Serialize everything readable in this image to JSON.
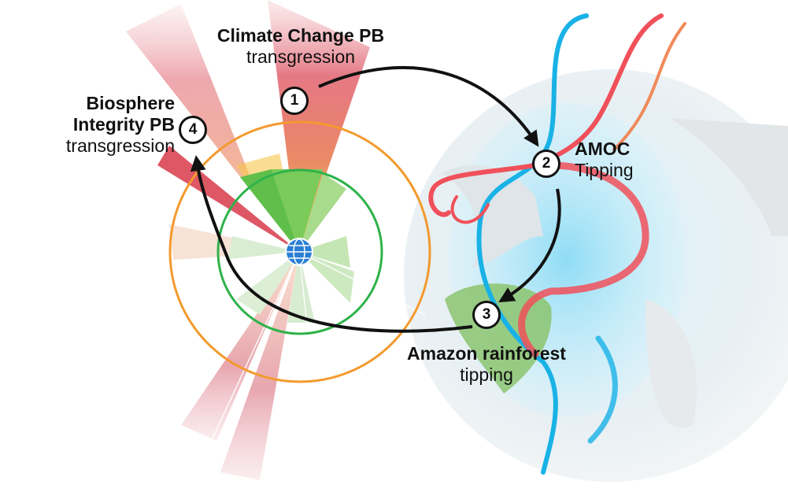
{
  "labels": {
    "climate": {
      "title": "Climate Change PB",
      "sub": "transgression",
      "step": "1"
    },
    "amoc": {
      "title": "AMOC",
      "sub": "Tipping",
      "step": "2"
    },
    "amazon": {
      "title": "Amazon rainforest",
      "sub": "tipping",
      "step": "3"
    },
    "biosphere": {
      "title_line1": "Biosphere",
      "title_line2": "Integrity PB",
      "sub": "transgression",
      "step": "4"
    }
  },
  "colors": {
    "safe": "#2fb24a",
    "boundary": "#f39a2e",
    "transgression": "#d83a4a",
    "warm_current": "#f0505a",
    "cold_current": "#19b2e6",
    "ocean": "#bfe9f7"
  }
}
